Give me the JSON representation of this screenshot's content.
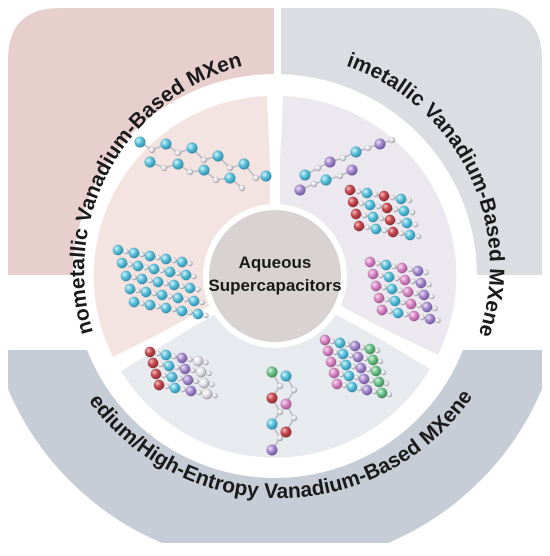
{
  "center": {
    "line1": "Aqueous",
    "line2": "Supercapacitors"
  },
  "segments": {
    "monometallic": {
      "label": "Monometallic Vanadium-Based MXenes"
    },
    "bimetallic": {
      "label": "Bimetallic Vanadium-Based MXenes"
    },
    "medium_high_entropy": {
      "label": "Medium/High-Entropy Vanadium-Based MXenes"
    }
  },
  "colors": {
    "monometallic_band": "#e7cfcd",
    "bimetallic_band": "#dcdce3",
    "entropy_band": "#c7cdd7",
    "center_disc": "#d9d2d2",
    "mono_inner": "#f3e4e2",
    "bi_inner": "#ece8ef",
    "entropy_inner": "#e7eaee",
    "atom_cyan": "#5cc3dd",
    "atom_red": "#c74a50",
    "atom_purple": "#a98dcf",
    "atom_pink": "#d98bc7",
    "atom_green": "#6cc48a",
    "atom_white": "#e2e2e6"
  }
}
